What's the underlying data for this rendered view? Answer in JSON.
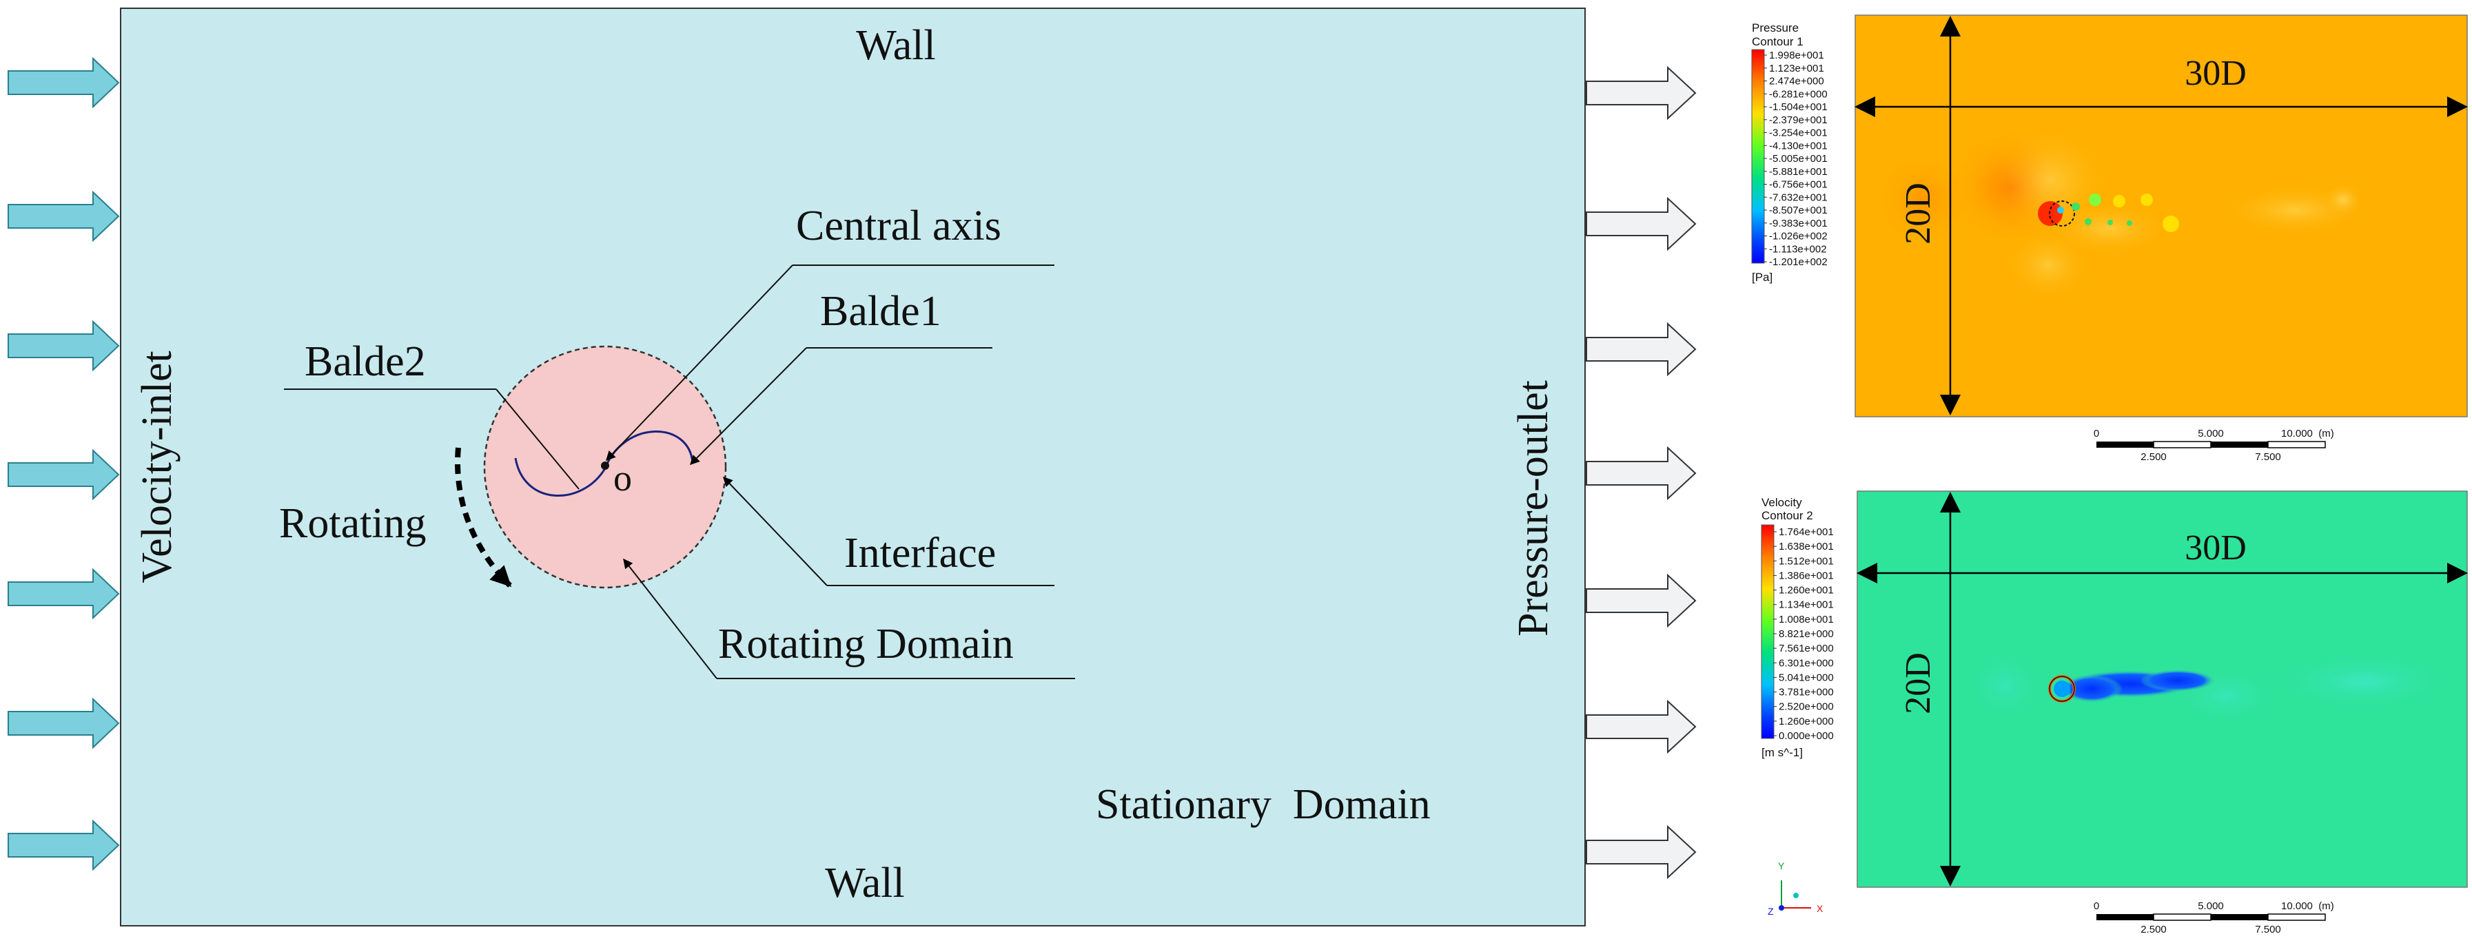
{
  "domain_diagram": {
    "labels": {
      "wall_top": "Wall",
      "wall_bottom": "Wall",
      "velocity_inlet": "Velocity-inlet",
      "pressure_outlet": "Pressure-outlet",
      "central_axis": "Central axis",
      "blade1": "Balde1",
      "blade2": "Balde2",
      "origin": "o",
      "rotating": "Rotating",
      "interface": "Interface",
      "rotating_domain": "Rotating Domain",
      "stationary_domain": "Stationary  Domain"
    },
    "colors": {
      "stationary_fill": "#c8eaee",
      "rotating_fill": "#f6caca",
      "inlet_arrow": "#7ccfdc",
      "outlet_arrow": "#f0f2f4",
      "blade": "#1a237e"
    }
  },
  "pressure_contour": {
    "title_line1": "Pressure",
    "title_line2": "Contour 1",
    "unit": "[Pa]",
    "legend_values": [
      "1.998e+001",
      "1.123e+001",
      "2.474e+000",
      "-6.281e+000",
      "-1.504e+001",
      "-2.379e+001",
      "-3.254e+001",
      "-4.130e+001",
      "-5.005e+001",
      "-5.881e+001",
      "-6.756e+001",
      "-7.632e+001",
      "-8.507e+001",
      "-9.383e+001",
      "-1.026e+002",
      "-1.113e+002",
      "-1.201e+002"
    ],
    "width_label": "30D",
    "height_label": "20D",
    "background": "#ffb000",
    "scale_labels_top": [
      "0",
      "5.000",
      "10.000  (m)"
    ],
    "scale_labels_bottom": [
      "2.500",
      "7.500"
    ]
  },
  "velocity_contour": {
    "title_line1": "Velocity",
    "title_line2": "Contour 2",
    "unit": "[m s^-1]",
    "legend_values": [
      "1.764e+001",
      "1.638e+001",
      "1.512e+001",
      "1.386e+001",
      "1.260e+001",
      "1.134e+001",
      "1.008e+001",
      "8.821e+000",
      "7.561e+000",
      "6.301e+000",
      "5.041e+000",
      "3.781e+000",
      "2.520e+000",
      "1.260e+000",
      "0.000e+000"
    ],
    "width_label": "30D",
    "height_label": "20D",
    "background": "#2ee39a",
    "scale_labels_top": [
      "0",
      "5.000",
      "10.000  (m)"
    ],
    "scale_labels_bottom": [
      "2.500",
      "7.500"
    ],
    "axis_labels": [
      "Y",
      "Z",
      "X"
    ]
  }
}
